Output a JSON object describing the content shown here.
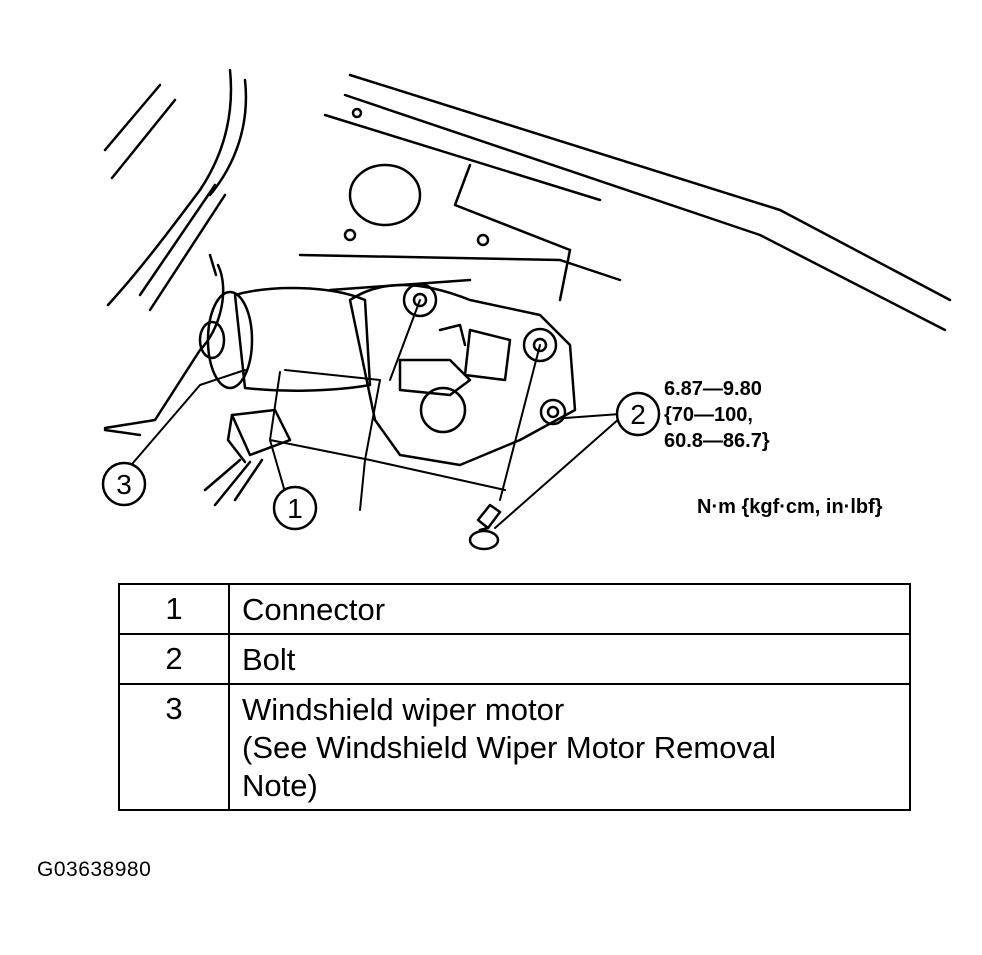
{
  "callouts": [
    "1",
    "2",
    "3"
  ],
  "torque_spec": {
    "line1": "6.87—9.80",
    "line2": "{70—100,",
    "line3": "60.8—86.7}",
    "units": "N·m {kgf·cm, in·lbf}"
  },
  "parts_table": [
    {
      "num": "1",
      "lines": [
        "Connector"
      ]
    },
    {
      "num": "2",
      "lines": [
        "Bolt"
      ]
    },
    {
      "num": "3",
      "lines": [
        "Windshield wiper motor",
        "(See  Windshield Wiper Motor Removal",
        "Note)"
      ]
    }
  ],
  "figure_code": "G03638980"
}
